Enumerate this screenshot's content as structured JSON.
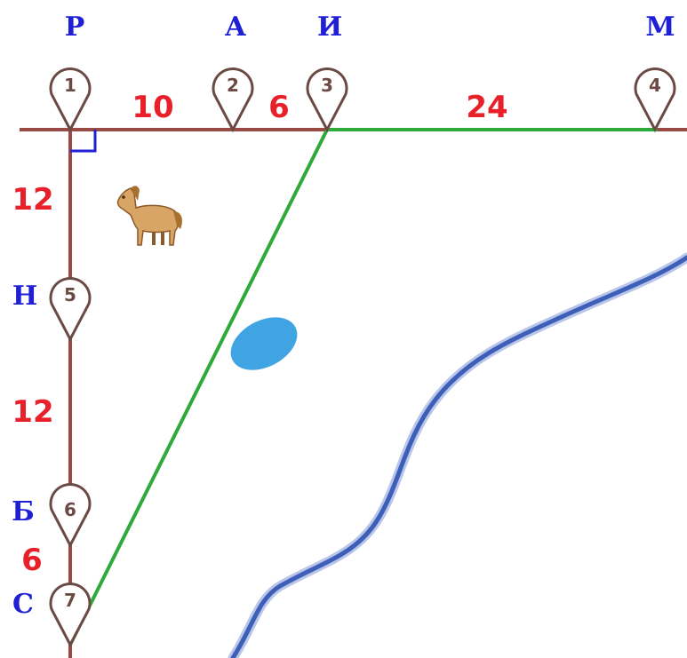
{
  "points": [
    {
      "num": "1",
      "letter": "Р"
    },
    {
      "num": "2",
      "letter": "А"
    },
    {
      "num": "3",
      "letter": "И"
    },
    {
      "num": "4",
      "letter": "М"
    },
    {
      "num": "5",
      "letter": "Н"
    },
    {
      "num": "6",
      "letter": "Б"
    },
    {
      "num": "7",
      "letter": "С"
    }
  ],
  "distances": {
    "ra": "10",
    "ai": "6",
    "im": "24",
    "rn": "12",
    "nb": "12",
    "bs": "6"
  },
  "icons": {
    "animal": "horse-icon",
    "lake": "lake",
    "river": "river"
  },
  "colors": {
    "road": "#9a4a44",
    "green_path": "#2eaa3a",
    "letters": "#1f1fd6",
    "distances": "#e8202a",
    "river": "#3d5fb8",
    "lake": "#2b9ae0"
  }
}
